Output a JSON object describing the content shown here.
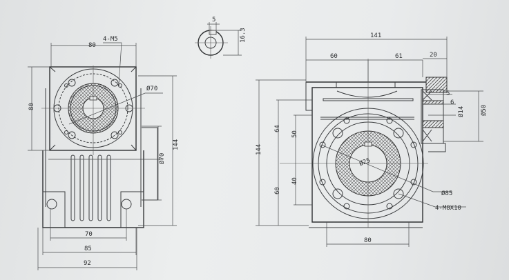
{
  "side_view": {
    "width_top": "80",
    "thread_callout": "4-M5",
    "flange_diameter": "Ø70",
    "height_left": "80",
    "overall_height": "144",
    "body_diameter": "Ø70",
    "foot_hole_spacing": "70",
    "foot_width": "85",
    "overall_width": "92"
  },
  "shaft_key_detail": {
    "key_width": "5",
    "key_depth": "16.3"
  },
  "front_view": {
    "overall_length": "141",
    "left_length": "60",
    "right_length": "61",
    "input_flange": "20",
    "key_width": "5",
    "key_height": "6",
    "input_shaft_diameter": "Ø14",
    "input_flange_diameter": "Ø50",
    "upper_height_outer": "64",
    "upper_height_inner": "50",
    "overall_height": "144",
    "lower_height_inner": "40",
    "lower_height_outer": "60",
    "bore_diameter": "Ø25",
    "pitch_circle_diameter": "Ø85",
    "thread_callout": "4-M8X10",
    "base_width": "80"
  }
}
